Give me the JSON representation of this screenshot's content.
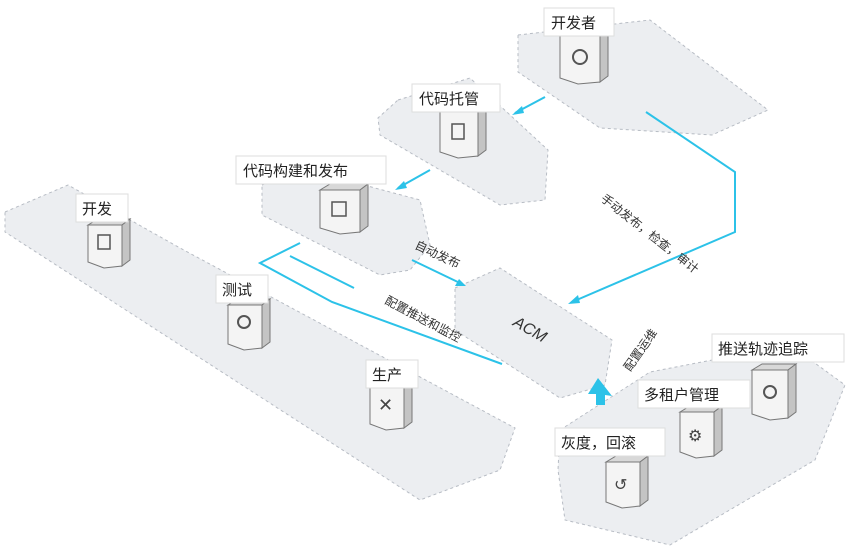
{
  "colors": {
    "accent": "#2cc2e8",
    "platform": "#eceef1",
    "platform_stroke": "#b7bcc4",
    "label_bg": "#ffffff"
  },
  "nodes": {
    "developer": {
      "label": "开发者",
      "icon": "user-icon"
    },
    "code_hosting": {
      "label": "代码托管",
      "icon": "code-file-icon"
    },
    "build_release": {
      "label": "代码构建和发布",
      "icon": "code-brackets-icon"
    },
    "dev": {
      "label": "开发",
      "icon": "document-icon"
    },
    "test": {
      "label": "测试",
      "icon": "magnifier-icon"
    },
    "prod": {
      "label": "生产",
      "icon": "tools-icon"
    },
    "acm": {
      "label": "ACM"
    },
    "push_trace": {
      "label": "推送轨迹追踪",
      "icon": "trace-icon"
    },
    "multi_tenant": {
      "label": "多租户管理",
      "icon": "gear-icon"
    },
    "gray_rollback": {
      "label": "灰度，回滚",
      "icon": "rollback-icon"
    }
  },
  "edges": {
    "manual": "手动发布，检查，审计",
    "auto": "自动发布",
    "config_push": "配置推送和监控",
    "config_ops": "配置运维"
  }
}
